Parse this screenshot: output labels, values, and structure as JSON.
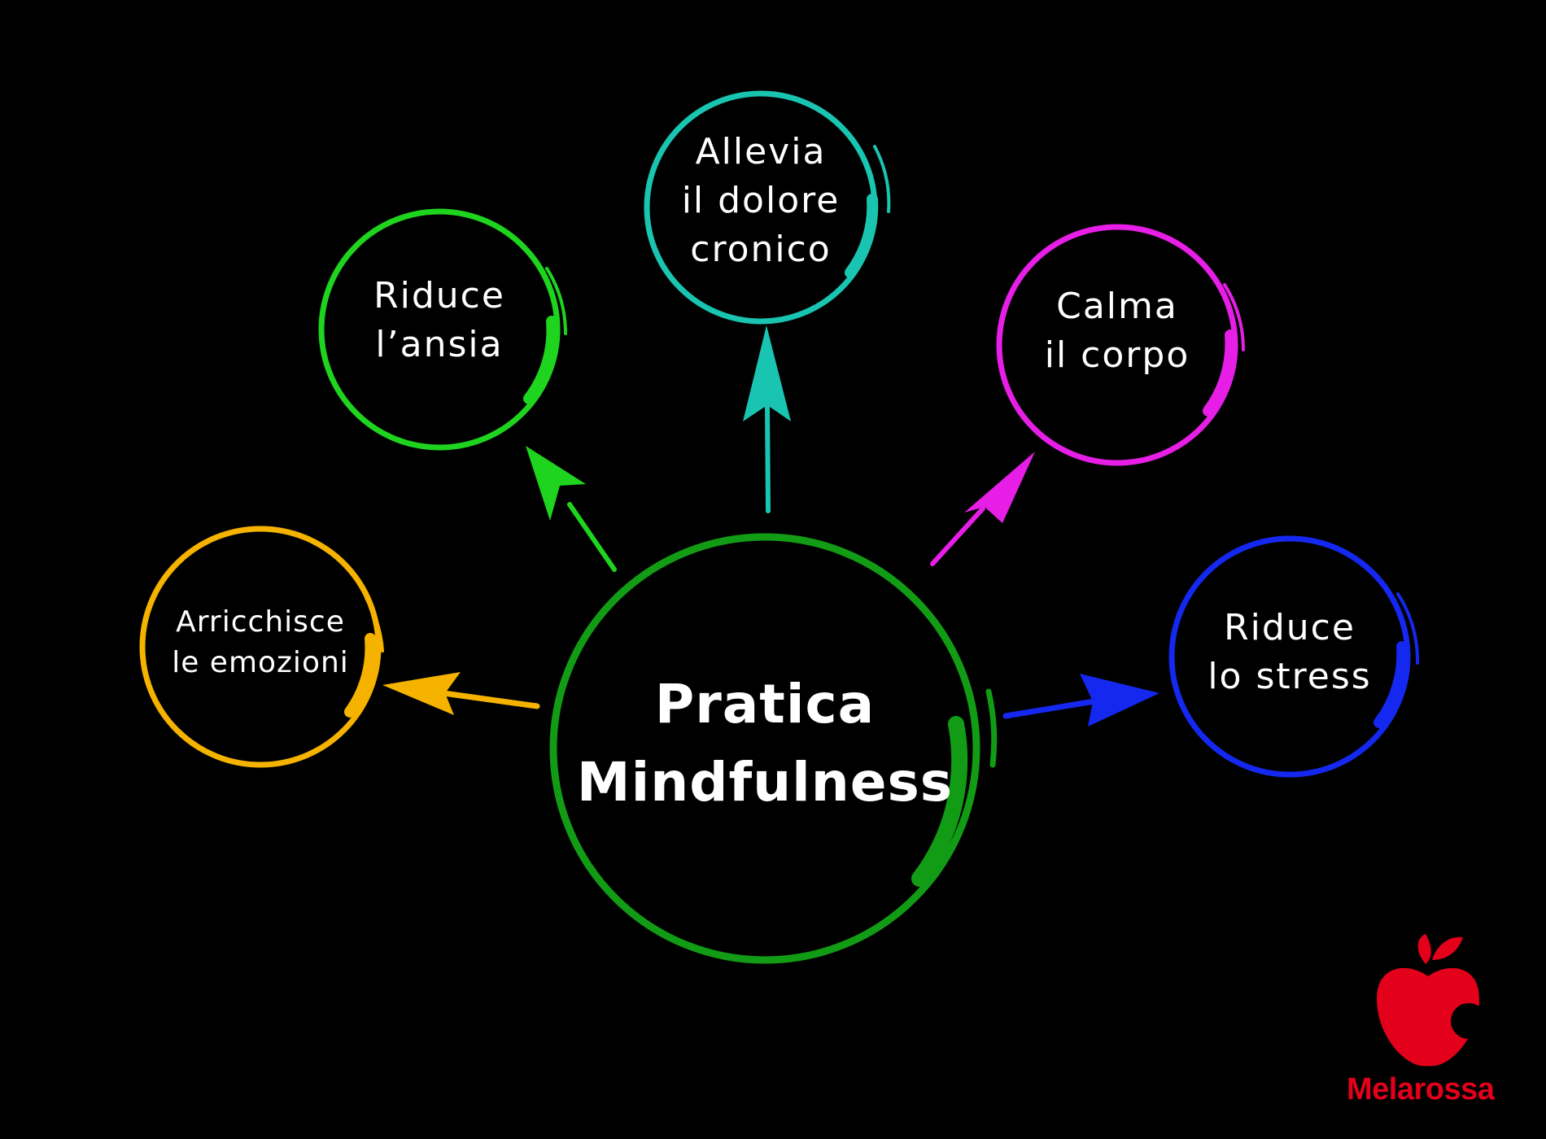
{
  "colors": {
    "background": "#000000",
    "center": "#129c15",
    "anxiety": "#1ed41e",
    "pain": "#19c4b0",
    "body": "#e61ee6",
    "stress": "#1428f0",
    "emotions": "#f5b300",
    "brand": "#e3001b"
  },
  "center": {
    "line1": "Pratica",
    "line2": "Mindfulness"
  },
  "nodes": {
    "emotions": {
      "line1": "Arricchisce",
      "line2": "le emozioni"
    },
    "anxiety": {
      "line1": "Riduce",
      "line2": "l’ansia"
    },
    "pain": {
      "line1": "Allevia",
      "line2": "il dolore",
      "line3": "cronico"
    },
    "body": {
      "line1": "Calma",
      "line2": "il corpo"
    },
    "stress": {
      "line1": "Riduce",
      "line2": "lo stress"
    }
  },
  "logo": {
    "icon": "apple-icon",
    "name": "Melarossa"
  }
}
